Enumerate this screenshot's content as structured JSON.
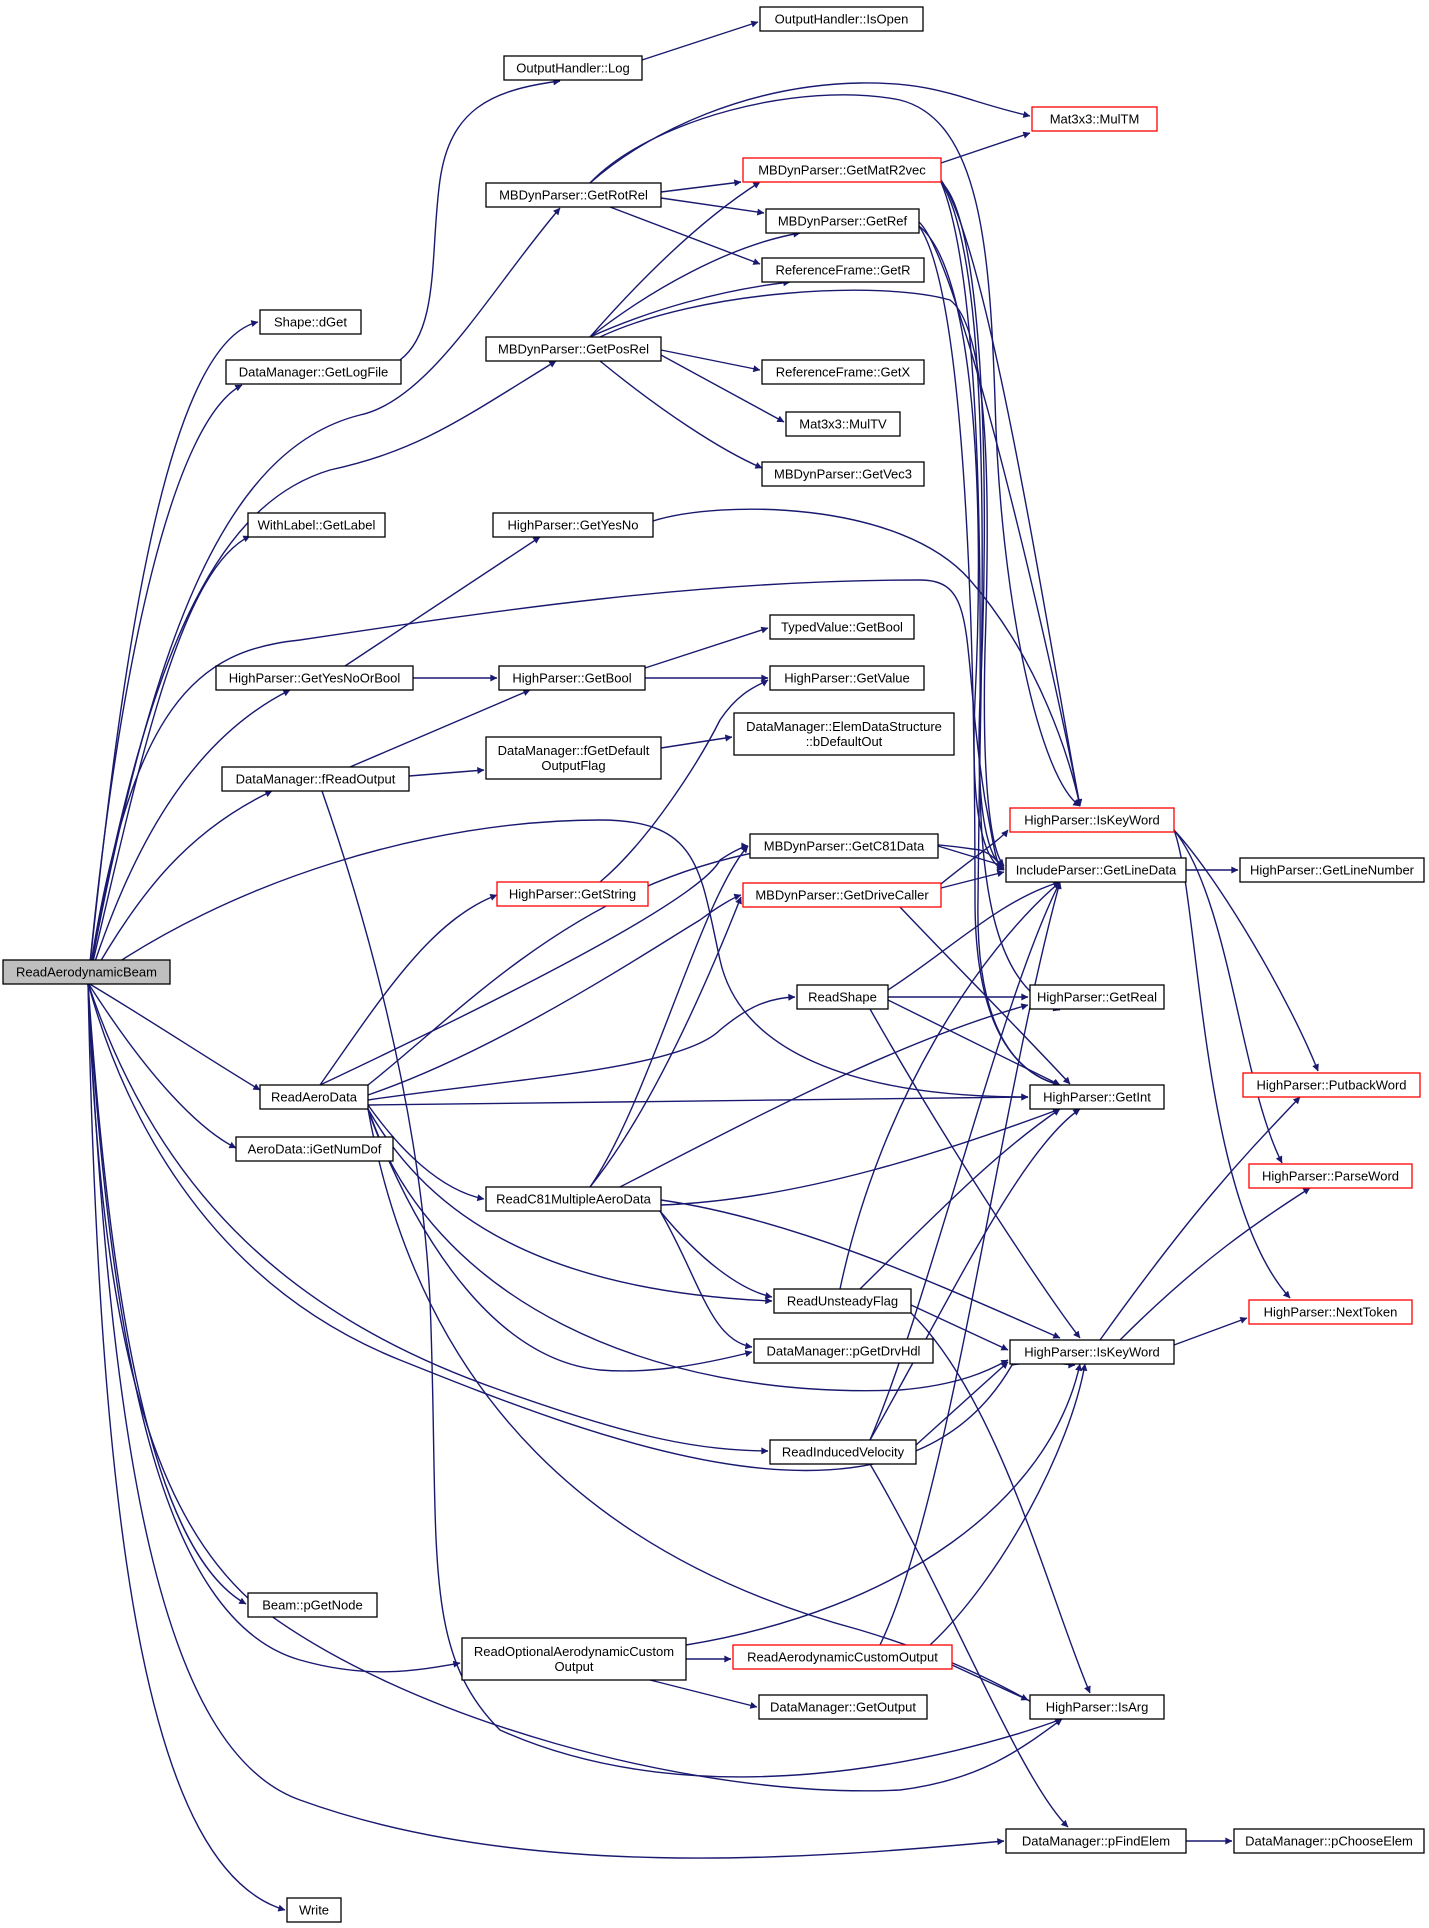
{
  "diagram": {
    "colors": {
      "edge": "#191970",
      "root_fill": "#bfbfbf",
      "node_fill": "#ffffff",
      "border_default": "#000000",
      "border_truncated": "#ff0000"
    },
    "nodes": [
      {
        "id": "root",
        "lines": [
          "ReadAerodynamicBeam"
        ],
        "root": true
      },
      {
        "id": "shape_dget",
        "lines": [
          "Shape::dGet"
        ]
      },
      {
        "id": "dm_getlogfile",
        "lines": [
          "DataManager::GetLogFile"
        ]
      },
      {
        "id": "oh_log",
        "lines": [
          "OutputHandler::Log"
        ]
      },
      {
        "id": "oh_isopen",
        "lines": [
          "OutputHandler::IsOpen"
        ]
      },
      {
        "id": "withlabel",
        "lines": [
          "WithLabel::GetLabel"
        ]
      },
      {
        "id": "mbd_getrotrel",
        "lines": [
          "MBDynParser::GetRotRel"
        ]
      },
      {
        "id": "mbd_getposrel",
        "lines": [
          "MBDynParser::GetPosRel"
        ]
      },
      {
        "id": "mat_multm",
        "lines": [
          "Mat3x3::MulTM"
        ],
        "truncated": true
      },
      {
        "id": "mbd_getmatr2vec",
        "lines": [
          "MBDynParser::GetMatR2vec"
        ],
        "truncated": true
      },
      {
        "id": "mbd_getref",
        "lines": [
          "MBDynParser::GetRef"
        ]
      },
      {
        "id": "rf_getr",
        "lines": [
          "ReferenceFrame::GetR"
        ]
      },
      {
        "id": "rf_getx",
        "lines": [
          "ReferenceFrame::GetX"
        ]
      },
      {
        "id": "mat_multv",
        "lines": [
          "Mat3x3::MulTV"
        ]
      },
      {
        "id": "mbd_getvec3",
        "lines": [
          "MBDynParser::GetVec3"
        ]
      },
      {
        "id": "hp_getyesno",
        "lines": [
          "HighParser::GetYesNo"
        ]
      },
      {
        "id": "hp_getyesnoorbool",
        "lines": [
          "HighParser::GetYesNoOrBool"
        ]
      },
      {
        "id": "hp_getbool",
        "lines": [
          "HighParser::GetBool"
        ]
      },
      {
        "id": "tv_getbool",
        "lines": [
          "TypedValue::GetBool"
        ]
      },
      {
        "id": "hp_getvalue",
        "lines": [
          "HighParser::GetValue"
        ]
      },
      {
        "id": "dm_freadoutput",
        "lines": [
          "DataManager::fReadOutput"
        ]
      },
      {
        "id": "dm_fgetdefault",
        "lines": [
          "DataManager::fGetDefault",
          "OutputFlag"
        ]
      },
      {
        "id": "dm_elemdata",
        "lines": [
          "DataManager::ElemDataStructure",
          "::bDefaultOut"
        ]
      },
      {
        "id": "hp_iskeyword_r",
        "lines": [
          "HighParser::IsKeyWord"
        ],
        "truncated": true
      },
      {
        "id": "mbd_getc81data",
        "lines": [
          "MBDynParser::GetC81Data"
        ]
      },
      {
        "id": "ip_getlinedata",
        "lines": [
          "IncludeParser::GetLineData"
        ]
      },
      {
        "id": "hp_getlinenumber",
        "lines": [
          "HighParser::GetLineNumber"
        ]
      },
      {
        "id": "hp_getstring",
        "lines": [
          "HighParser::GetString"
        ],
        "truncated": true
      },
      {
        "id": "mbd_getdrivecaller",
        "lines": [
          "MBDynParser::GetDriveCaller"
        ],
        "truncated": true
      },
      {
        "id": "readshape",
        "lines": [
          "ReadShape"
        ]
      },
      {
        "id": "hp_getreal",
        "lines": [
          "HighParser::GetReal"
        ]
      },
      {
        "id": "readaerodata",
        "lines": [
          "ReadAeroData"
        ]
      },
      {
        "id": "hp_getint",
        "lines": [
          "HighParser::GetInt"
        ]
      },
      {
        "id": "hp_putbackword",
        "lines": [
          "HighParser::PutbackWord"
        ],
        "truncated": true
      },
      {
        "id": "aerodata_igetnumdof",
        "lines": [
          "AeroData::iGetNumDof"
        ]
      },
      {
        "id": "hp_parseword",
        "lines": [
          "HighParser::ParseWord"
        ],
        "truncated": true
      },
      {
        "id": "readc81multiple",
        "lines": [
          "ReadC81MultipleAeroData"
        ]
      },
      {
        "id": "readunsteadyflag",
        "lines": [
          "ReadUnsteadyFlag"
        ]
      },
      {
        "id": "hp_nexttoken",
        "lines": [
          "HighParser::NextToken"
        ],
        "truncated": true
      },
      {
        "id": "dm_pgetdrvhdl",
        "lines": [
          "DataManager::pGetDrvHdl"
        ]
      },
      {
        "id": "hp_iskeyword",
        "lines": [
          "HighParser::IsKeyWord"
        ]
      },
      {
        "id": "readinducedvelocity",
        "lines": [
          "ReadInducedVelocity"
        ]
      },
      {
        "id": "beam_pgetnode",
        "lines": [
          "Beam::pGetNode"
        ]
      },
      {
        "id": "readoptional",
        "lines": [
          "ReadOptionalAerodynamicCustom",
          "Output"
        ]
      },
      {
        "id": "readaerocustom",
        "lines": [
          "ReadAerodynamicCustomOutput"
        ],
        "truncated": true
      },
      {
        "id": "dm_getoutput",
        "lines": [
          "DataManager::GetOutput"
        ]
      },
      {
        "id": "hp_isarg",
        "lines": [
          "HighParser::IsArg"
        ]
      },
      {
        "id": "dm_pfindelem",
        "lines": [
          "DataManager::pFindElem"
        ]
      },
      {
        "id": "dm_pchooseelem",
        "lines": [
          "DataManager::pChooseElem"
        ]
      },
      {
        "id": "write",
        "lines": [
          "Write"
        ]
      }
    ]
  }
}
